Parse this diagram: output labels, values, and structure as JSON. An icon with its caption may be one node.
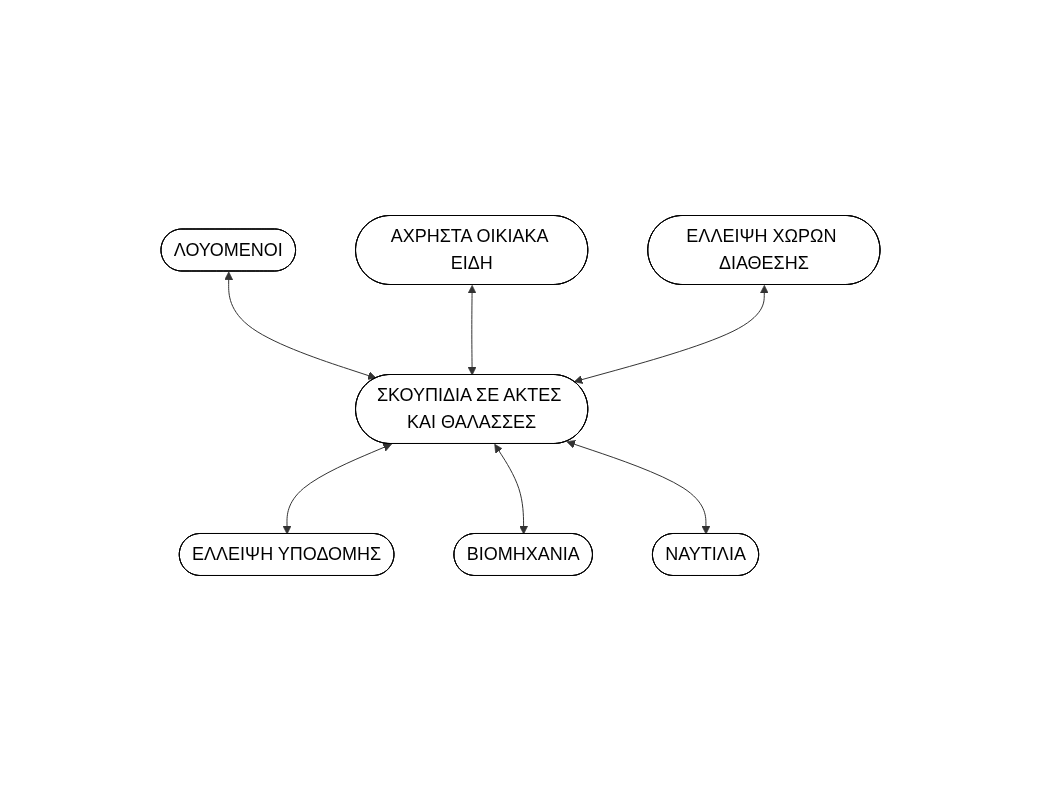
{
  "diagram": {
    "nodes": [
      {
        "text": [
          "ΛΟΥΟΜΕΝΟΙ"
        ]
      },
      {
        "text": [
          "ΑΧΡΗΣΤΑ ΟΙΚΙΑΚΑ ΕΙΔΗ"
        ]
      },
      {
        "text": [
          "ΕΛΛΕΙΨΗ ΧΩΡΩΝ ΔΙΑΘΕΣΗΣ"
        ]
      },
      {
        "text": [
          "ΣΚΟΥΠΙΔΙΑ ΣΕ ΑΚΤΕΣ ΚΑΙ ΘΑΛΑΣΣΕΣ"
        ]
      },
      {
        "text": [
          "ΕΛΛΕΙΨΗ ΥΠΟΔΟΜΗΣ"
        ]
      },
      {
        "text": [
          "ΒΙΟΜΗΧΑΝΙΑ"
        ]
      },
      {
        "text": [
          "ΝΑΥΤΙΛΙΑ"
        ]
      }
    ],
    "edges": [
      {
        "from": 0,
        "to": 3,
        "arrow": "both"
      },
      {
        "from": 1,
        "to": 3,
        "arrow": "both"
      },
      {
        "from": 2,
        "to": 3,
        "arrow": "both"
      },
      {
        "from": 3,
        "to": 4,
        "arrow": "both"
      },
      {
        "from": 3,
        "to": 5,
        "arrow": "both"
      },
      {
        "from": 3,
        "to": 6,
        "arrow": "both"
      }
    ]
  }
}
